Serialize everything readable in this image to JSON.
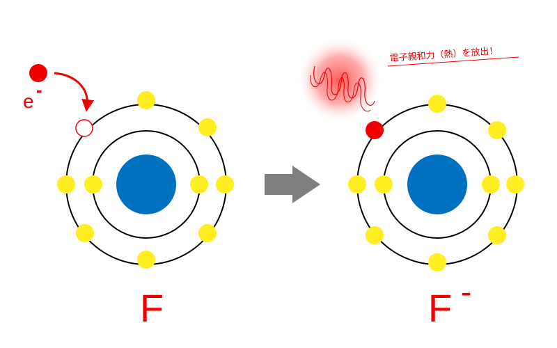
{
  "electron_label": "e",
  "electron_charge": "-",
  "left_atom": {
    "symbol": "F"
  },
  "right_atom": {
    "symbol": "F",
    "charge": "-"
  },
  "callout": "電子親和力（熱）を放出！",
  "colors": {
    "nucleus": "#0070c0",
    "electron": "#ffee22",
    "added_electron": "#ee0000",
    "orbit": "#000000",
    "arrow": "#7f7f7f",
    "label": "#ee0000",
    "heat_glow": "#ff3b3b"
  }
}
